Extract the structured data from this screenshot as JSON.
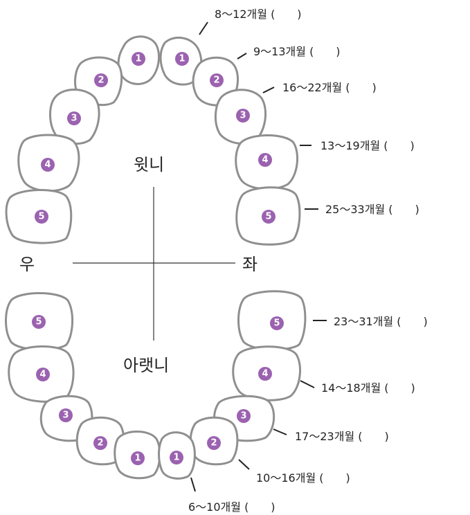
{
  "regions": {
    "upper": "윗니",
    "lower": "아랫니",
    "right": "우",
    "left": "좌"
  },
  "upper_teeth": [
    {
      "num": "1",
      "label": "8～12개월 (　　)"
    },
    {
      "num": "2",
      "label": "9～13개월 (　　)"
    },
    {
      "num": "3",
      "label": "16～22개월 (　　)"
    },
    {
      "num": "4",
      "label": "13～19개월 (　　)"
    },
    {
      "num": "5",
      "label": "25～33개월 (　　)"
    }
  ],
  "lower_teeth": [
    {
      "num": "5",
      "label": "23～31개월 (　　)"
    },
    {
      "num": "4",
      "label": "14～18개월 (　　)"
    },
    {
      "num": "3",
      "label": "17～23개월 (　　)"
    },
    {
      "num": "2",
      "label": "10～16개월 (　　)"
    },
    {
      "num": "1",
      "label": "6～10개월 (　　)"
    }
  ],
  "colors": {
    "badge": "#9b62b0",
    "outline": "#8f8f8f"
  }
}
